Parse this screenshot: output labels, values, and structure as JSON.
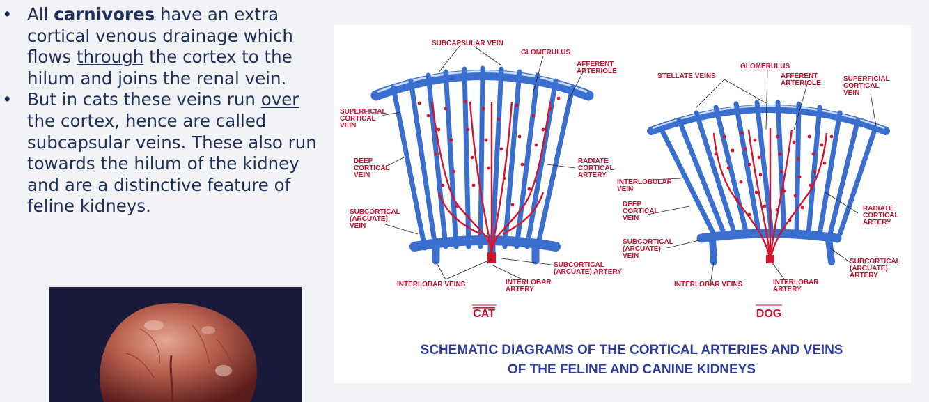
{
  "bullets": [
    {
      "bullet_glyph": "•",
      "pre": "All ",
      "bold": "carnivores",
      "mid1": " have an extra cortical venous drainage which flows ",
      "underlined": "through",
      "post": " the cortex to the hilum and joins the renal vein."
    },
    {
      "bullet_glyph": "•",
      "pre": "But in cats these veins run ",
      "underlined": "over",
      "post": " the cortex, hence are called subcapsular veins. These also run towards the hilum of the kidney and are a distinctive feature of feline kidneys."
    }
  ],
  "photo": {
    "subject": "kidney-photo"
  },
  "diagram": {
    "cat": {
      "species": "CAT",
      "labels": {
        "subcapsular_vein": "SUBCAPSULAR VEIN",
        "glomerulus": "GLOMERULUS",
        "afferent_1": "AFFERENT",
        "afferent_2": "ARTERIOLE",
        "superficial_1": "SUPERFICIAL",
        "superficial_2": "CORTICAL",
        "superficial_3": "VEIN",
        "deep_1": "DEEP",
        "deep_2": "CORTICAL",
        "deep_3": "VEIN",
        "radiate_1": "RADIATE",
        "radiate_2": "CORTICAL",
        "radiate_3": "ARTERY",
        "subcortical_vein_1": "SUBCORTICAL",
        "subcortical_vein_2": "(ARCUATE)",
        "subcortical_vein_3": "VEIN",
        "subcortical_artery_1": "SUBCORTICAL",
        "subcortical_artery_2": "(ARCUATE) ARTERY",
        "interlobar_veins": "INTERLOBAR VEINS",
        "interlobar_artery_1": "INTERLOBAR",
        "interlobar_artery_2": "ARTERY"
      }
    },
    "dog": {
      "species": "DOG",
      "labels": {
        "glomerulus": "GLOMERULUS",
        "stellate": "STELLATE VEINS",
        "afferent_1": "AFFERENT",
        "afferent_2": "ARTERIOLE",
        "superficial_1": "SUPERFICIAL",
        "superficial_2": "CORTICAL",
        "superficial_3": "VEIN",
        "interlobular_1": "INTERLOBULAR",
        "interlobular_2": "VEIN",
        "deep_1": "DEEP",
        "deep_2": "CORTICAL",
        "deep_3": "VEIN",
        "subcortical_vein_1": "SUBCORTICAL",
        "subcortical_vein_2": "(ARCUATE)",
        "subcortical_vein_3": "VEIN",
        "radiate_1": "RADIATE",
        "radiate_2": "CORTICAL",
        "radiate_3": "ARTERY",
        "subcortical_artery_1": "SUBCORTICAL",
        "subcortical_artery_2": "(ARCUATE)",
        "subcortical_artery_3": "ARTERY",
        "interlobar_veins": "INTERLOBAR VEINS",
        "interlobar_artery_1": "INTERLOBAR",
        "interlobar_artery_2": "ARTERY"
      }
    },
    "caption_line1": "SCHEMATIC DIAGRAMS OF THE CORTICAL ARTERIES AND VEINS",
    "caption_line2": "OF THE FELINE AND CANINE KIDNEYS"
  },
  "colors": {
    "text": "#1f2f57",
    "vein": "#3a6fd0",
    "vein_highlight": "#c9dcf8",
    "artery": "#d2142d",
    "label": "#c8102e",
    "caption": "#2d3c9e"
  }
}
